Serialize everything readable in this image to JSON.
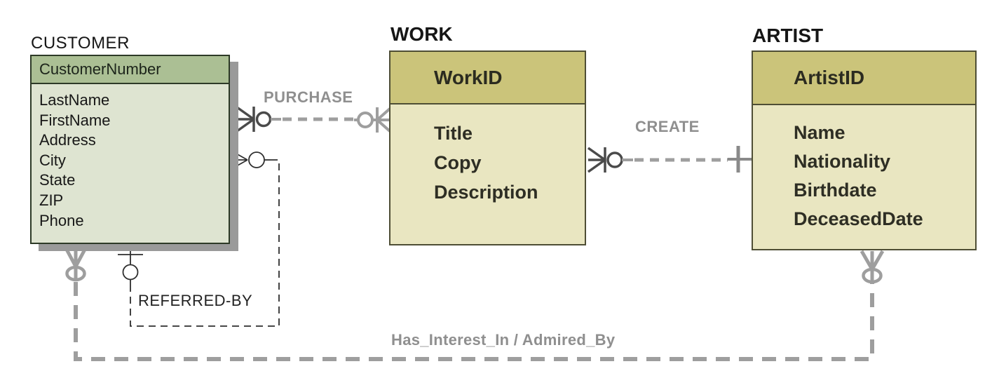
{
  "diagram": {
    "type": "entity-relationship-diagram",
    "entities": [
      {
        "name": "CUSTOMER",
        "primary_key": "CustomerNumber",
        "attributes": [
          "LastName",
          "FirstName",
          "Address",
          "City",
          "State",
          "ZIP",
          "Phone"
        ]
      },
      {
        "name": "WORK",
        "primary_key": "WorkID",
        "attributes": [
          "Title",
          "Copy",
          "Description"
        ]
      },
      {
        "name": "ARTIST",
        "primary_key": "ArtistID",
        "attributes": [
          "Name",
          "Nationality",
          "Birthdate",
          "DeceasedDate"
        ]
      }
    ],
    "relationships": [
      {
        "label": "PURCHASE",
        "between": [
          "CUSTOMER",
          "WORK"
        ],
        "line_style": "dashed",
        "customer_end": "many-optional (crow's foot + circle)",
        "work_end": "many-optional (circle + crow's foot)"
      },
      {
        "label": "CREATE",
        "between": [
          "WORK",
          "ARTIST"
        ],
        "line_style": "dashed",
        "work_end": "many-optional (crow's foot + circle)",
        "artist_end": "one-mandatory (bar)"
      },
      {
        "label": "REFERRED-BY",
        "between": [
          "CUSTOMER",
          "CUSTOMER"
        ],
        "recursive": true,
        "line_style": "dashed",
        "right_end": "many-optional (crow's foot + circle)",
        "bottom_end": "one-optional (bar + circle)"
      },
      {
        "label": "Has_Interest_In / Admired_By",
        "between": [
          "CUSTOMER",
          "ARTIST"
        ],
        "line_style": "dashed",
        "customer_end": "many-optional (crow's foot + circle)",
        "artist_end": "many-optional (crow's foot + circle)"
      }
    ],
    "colors": {
      "customer_header": "#abbf94",
      "customer_body": "#dee4d1",
      "customer_border": "#2d3a27",
      "customer_shadow": "#9a9a9a",
      "work_artist_header": "#cbc47a",
      "work_artist_body": "#e9e6c1",
      "work_artist_border": "#4e4e35",
      "gray_line": "#9e9e9e",
      "gray_label": "#8f8f8f",
      "dark_symbol": "#4a4a4a",
      "black_line": "#2e2e2e"
    }
  }
}
